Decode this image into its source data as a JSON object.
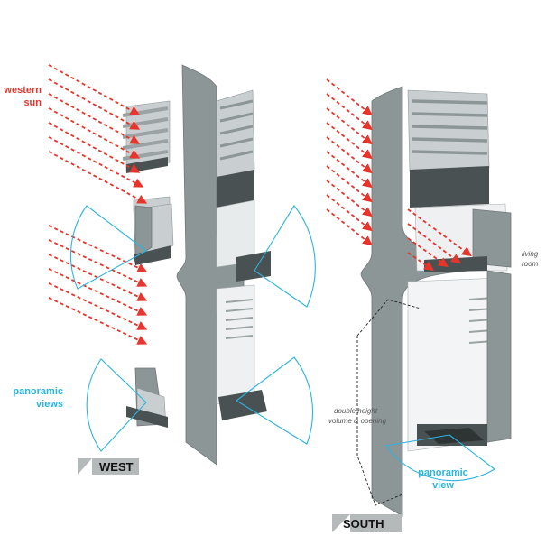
{
  "labels": {
    "western_sun": [
      "western",
      "sun"
    ],
    "panoramic_views": [
      "panoramic",
      "views"
    ],
    "west": "WEST",
    "south": "SOUTH",
    "living_room": [
      "living",
      "room"
    ],
    "double_height": [
      "double height",
      "volume & opening"
    ],
    "panoramic_view": [
      "panoramic",
      "view"
    ]
  },
  "colors": {
    "sun_arrows": "#e8352b",
    "view_cones": "#2bb4df",
    "wall": "#8d9697",
    "dark_band": "#4a5152"
  }
}
